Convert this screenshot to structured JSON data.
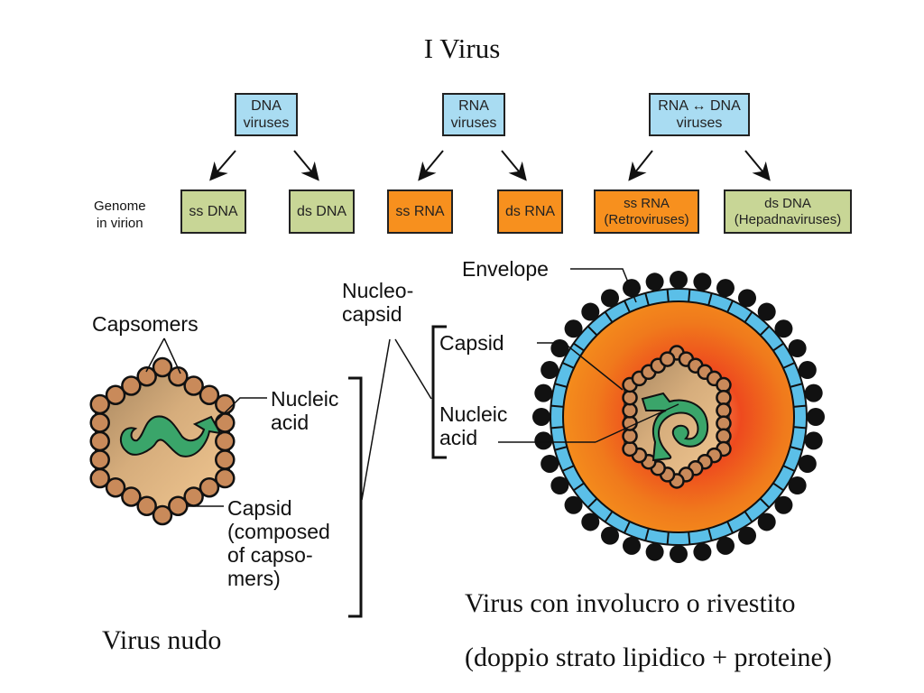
{
  "title": "I Virus",
  "classification": {
    "row_label": [
      "Genome",
      "in virion"
    ],
    "groups": [
      {
        "label": [
          "DNA",
          "viruses"
        ],
        "children": [
          [
            "ss DNA"
          ],
          [
            "ds DNA"
          ]
        ]
      },
      {
        "label": [
          "RNA",
          "viruses"
        ],
        "children": [
          [
            "ss RNA"
          ],
          [
            "ds RNA"
          ]
        ]
      },
      {
        "label": [
          "RNA ↔ DNA",
          "viruses"
        ],
        "children": [
          [
            "ss RNA",
            "(Retroviruses)"
          ],
          [
            "ds DNA",
            "(Hepadnaviruses)"
          ]
        ]
      }
    ]
  },
  "naked_virus": {
    "labels": {
      "capsomers": "Capsomers",
      "nucleic_acid": [
        "Nucleic",
        "acid"
      ],
      "capsid": [
        "Capsid",
        "(composed",
        "of capso-",
        "mers)"
      ]
    },
    "caption": "Virus nudo"
  },
  "enveloped_virus": {
    "labels": {
      "nucleocapsid": [
        "Nucleo-",
        "capsid"
      ],
      "envelope": "Envelope",
      "capsid": "Capsid",
      "nucleic_acid": [
        "Nucleic",
        "acid"
      ]
    },
    "caption_line1": "Virus con involucro o rivestito",
    "caption_line2": "(doppio strato lipidico + proteine)"
  },
  "colors": {
    "group_box": "#a9dcf2",
    "dna_box": "#c8d696",
    "rna_box": "#f7901e",
    "capsomer": "#c98a5a",
    "nucleic_acid": "#3aa56a",
    "envelope": "#5bbfe8",
    "interior": "#ee5a1e",
    "spike": "#111111"
  }
}
